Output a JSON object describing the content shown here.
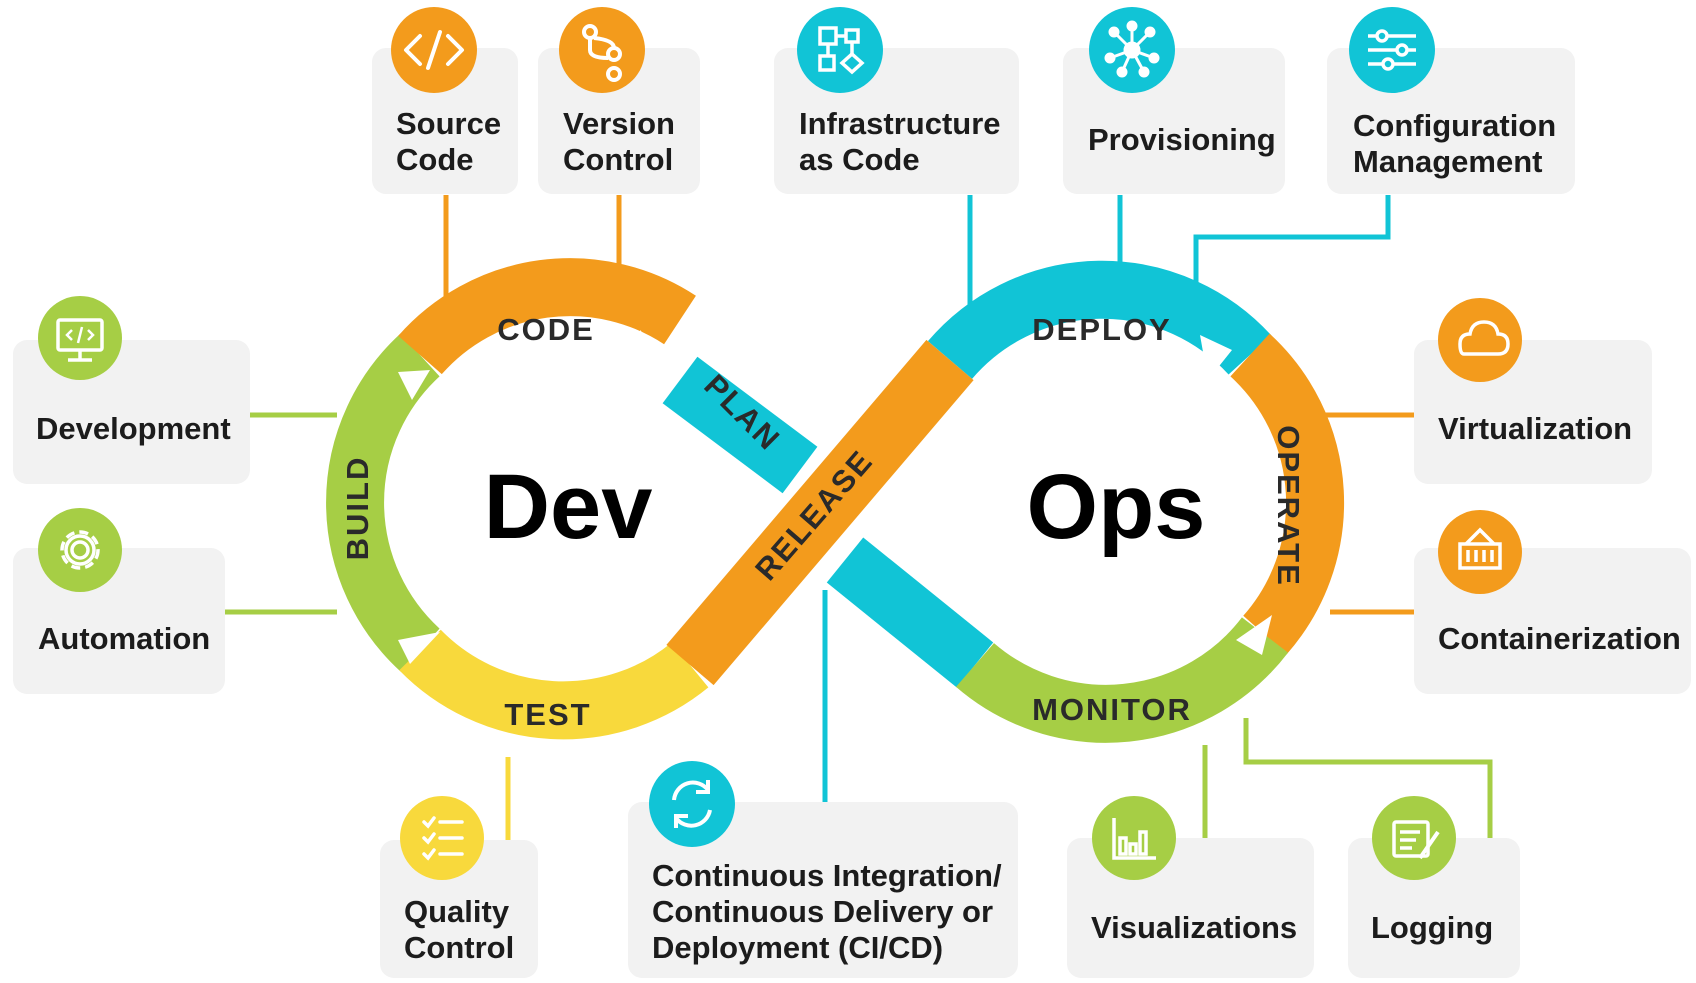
{
  "colors": {
    "orange": "#F39B1C",
    "cyan": "#11C4D6",
    "green": "#A6CE45",
    "yellow": "#F8D93C",
    "box_bg": "#F2F2F2",
    "text": "#1C1C1C"
  },
  "center": {
    "dev": "Dev",
    "ops": "Ops"
  },
  "stages": {
    "code": "CODE",
    "plan": "PLAN",
    "build": "BUILD",
    "test": "TEST",
    "release": "RELEASE",
    "deploy": "DEPLOY",
    "operate": "OPERATE",
    "monitor": "MONITOR"
  },
  "boxes": {
    "source_code": {
      "line1": "Source",
      "line2": "Code",
      "icon": "code-brackets-icon"
    },
    "version_control": {
      "line1": "Version",
      "line2": "Control",
      "icon": "branch-icon"
    },
    "infrastructure_as_code": {
      "line1": "Infrastructure",
      "line2": "as Code",
      "icon": "flowchart-icon"
    },
    "provisioning": {
      "line1": "Provisioning",
      "icon": "network-icon"
    },
    "configuration_management": {
      "line1": "Configuration",
      "line2": "Management",
      "icon": "sliders-icon"
    },
    "development": {
      "line1": "Development",
      "icon": "monitor-code-icon"
    },
    "automation": {
      "line1": "Automation",
      "icon": "gear-icon"
    },
    "virtualization": {
      "line1": "Virtualization",
      "icon": "cloud-icon"
    },
    "containerization": {
      "line1": "Containerization",
      "icon": "container-icon"
    },
    "quality_control": {
      "line1": "Quality",
      "line2": "Control",
      "icon": "checklist-icon"
    },
    "cicd": {
      "line1": "Continuous Integration/",
      "line2": "Continuous Delivery or",
      "line3": "Deployment (CI/CD)",
      "icon": "refresh-icon"
    },
    "visualizations": {
      "line1": "Visualizations",
      "icon": "bar-chart-icon"
    },
    "logging": {
      "line1": "Logging",
      "icon": "notepad-pen-icon"
    }
  }
}
